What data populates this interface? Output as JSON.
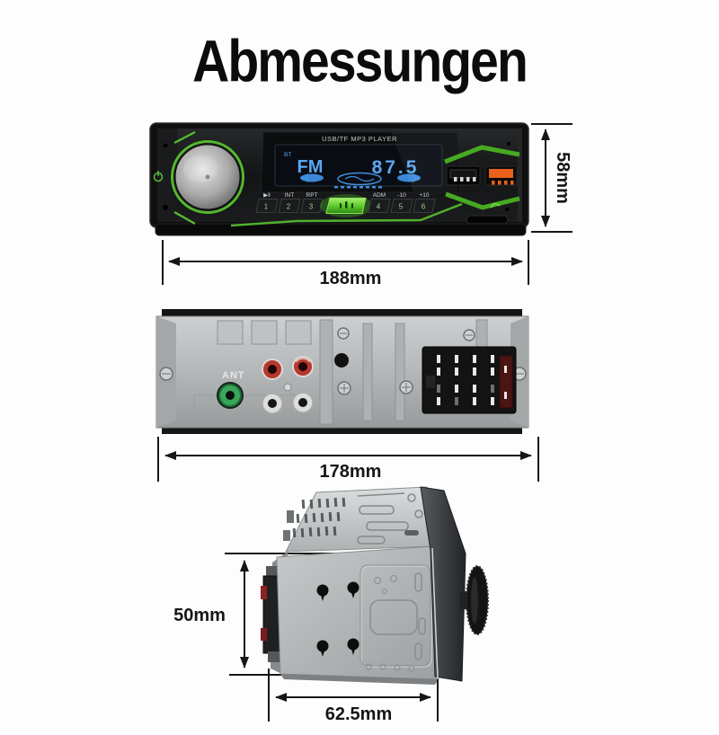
{
  "title": "Abmessungen",
  "front_view": {
    "panel_label": "USB/TF MP3 PLAYER",
    "display": {
      "bt": "BT",
      "band": "FM",
      "frequency": "87.5"
    },
    "button_labels": [
      "▶‖",
      "INT",
      "RPT",
      "ADM",
      "-10",
      "+10"
    ],
    "button_numbers": [
      "1",
      "2",
      "3",
      "4",
      "5",
      "6"
    ],
    "width_label": "188mm",
    "height_label": "58mm"
  },
  "rear_view": {
    "ant_label": "ANT",
    "width_label": "178mm"
  },
  "side_view": {
    "height_label": "50mm",
    "depth_label": "62.5mm"
  },
  "colors": {
    "accent_green": "#4fb428",
    "display_blue": "#5aa7f0",
    "usb_orange": "#e8601c",
    "chassis_silver": "#b9bcbd",
    "dimension_line": "#161616"
  }
}
